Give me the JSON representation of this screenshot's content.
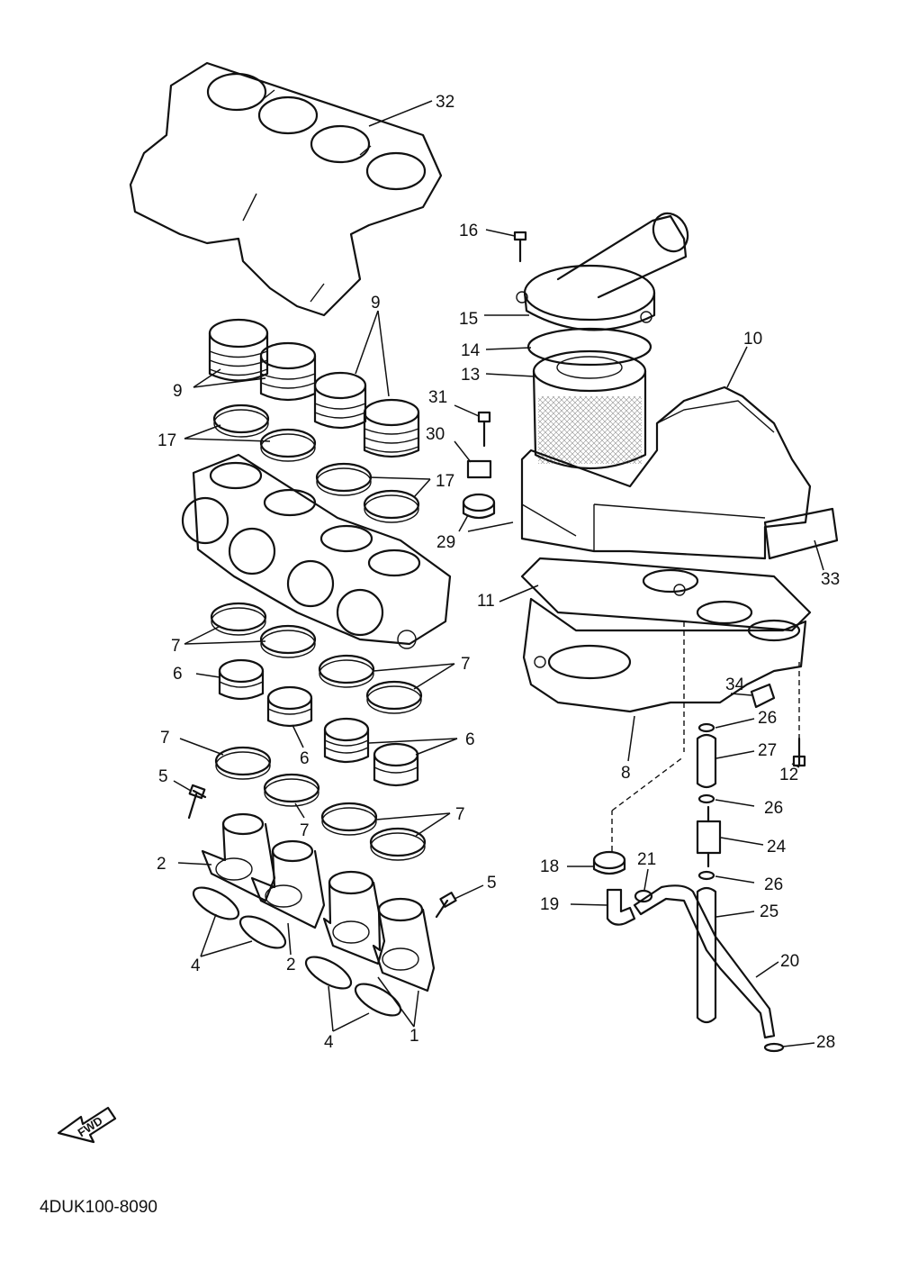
{
  "drawing_code": "4DUK100-8090",
  "fwd_label": "FWD",
  "callouts": {
    "c1": "1",
    "c2a": "2",
    "c2b": "2",
    "c4a": "4",
    "c4b": "4",
    "c5a": "5",
    "c5b": "5",
    "c6a": "6",
    "c6b": "6",
    "c6c": "6",
    "c7a": "7",
    "c7b": "7",
    "c7c": "7",
    "c7d": "7",
    "c7e": "7",
    "c8": "8",
    "c9a": "9",
    "c9b": "9",
    "c10": "10",
    "c11": "11",
    "c12": "12",
    "c13": "13",
    "c14": "14",
    "c15": "15",
    "c16": "16",
    "c17a": "17",
    "c17b": "17",
    "c18": "18",
    "c19": "19",
    "c20": "20",
    "c21": "21",
    "c24": "24",
    "c25": "25",
    "c26a": "26",
    "c26b": "26",
    "c26c": "26",
    "c27": "27",
    "c28": "28",
    "c29": "29",
    "c30": "30",
    "c31": "31",
    "c32": "32",
    "c33": "33",
    "c34": "34"
  }
}
